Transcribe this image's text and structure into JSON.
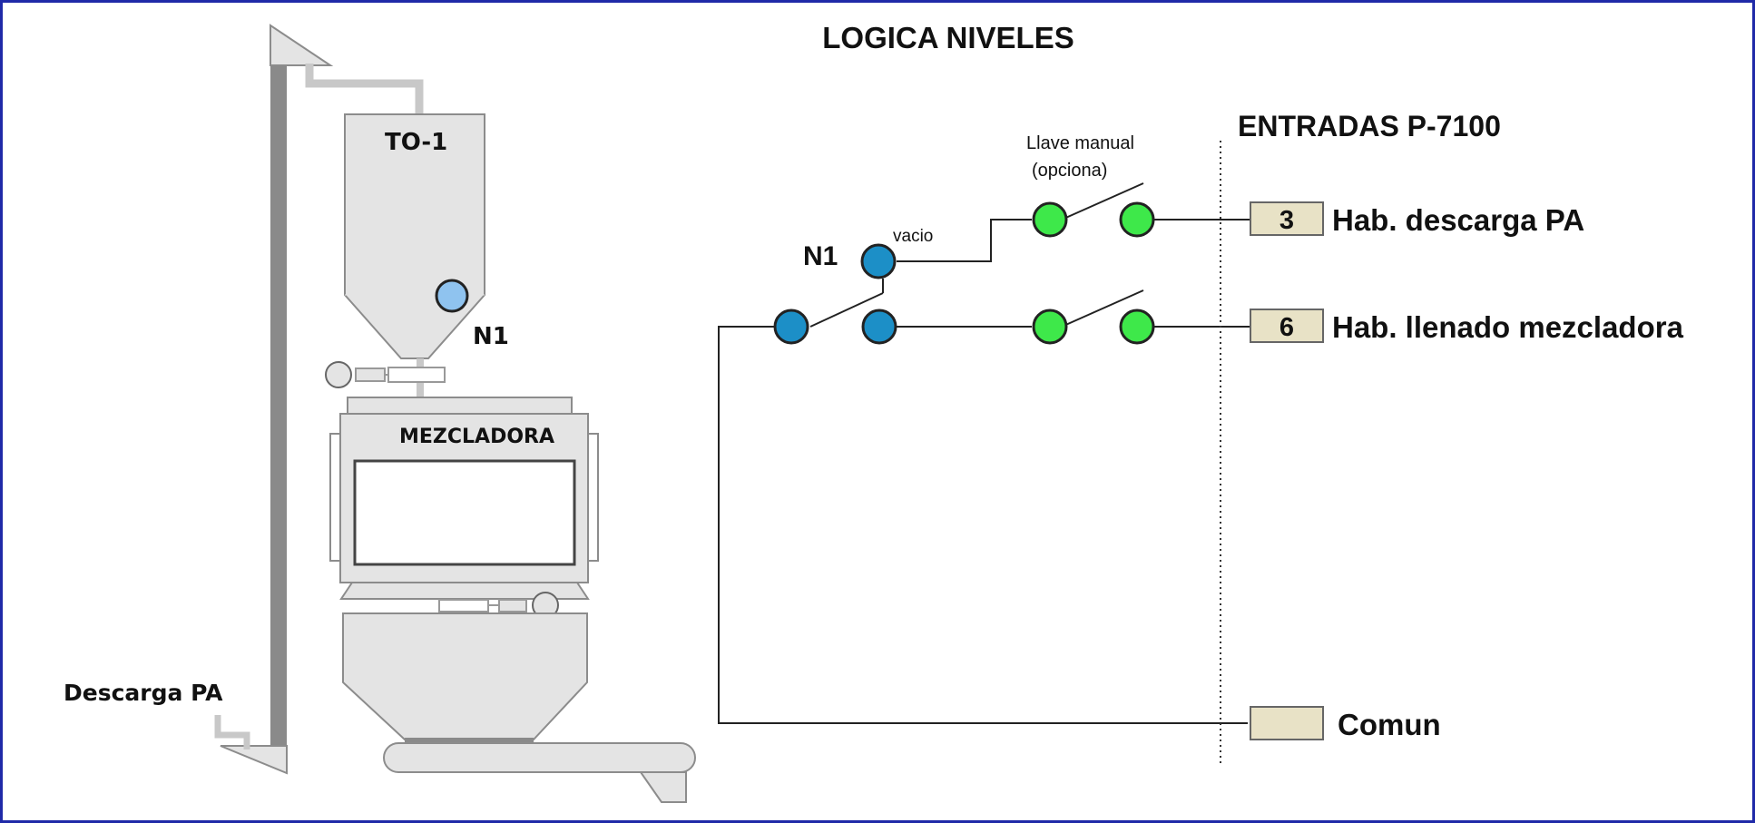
{
  "title": "LOGICA NIVELES",
  "plant": {
    "silo_label": "TO-1",
    "level_sensor_label": "N1",
    "mixer_label": "MEZCLADORA",
    "discharge_label": "Descarga PA"
  },
  "circuit": {
    "n1_label": "N1",
    "vacio_label": "vacio",
    "manual_key_label_line1": "Llave manual",
    "manual_key_label_line2": "(opciona)"
  },
  "inputs": {
    "header": "ENTRADAS P-7100",
    "rows": [
      {
        "terminal": "3",
        "label": "Hab. descarga PA"
      },
      {
        "terminal": "6",
        "label": "Hab. llenado mezcladora"
      },
      {
        "terminal": "",
        "label": "Comun"
      }
    ]
  },
  "colors": {
    "border": "#1f2aa8",
    "equipment_fill": "#e4e4e4",
    "equipment_stroke": "#8c8c8c",
    "sensor_light_blue": "#8fc3ef",
    "contact_blue": "#1c8fc7",
    "contact_green": "#3ee84a",
    "terminal_fill": "#e8e2c6"
  }
}
